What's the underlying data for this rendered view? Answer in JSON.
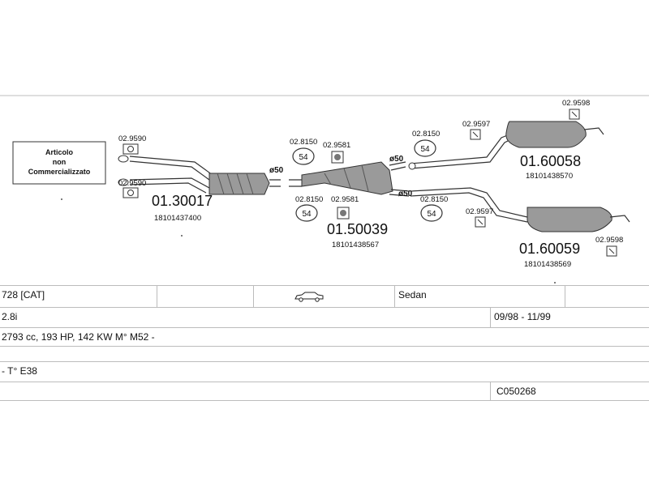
{
  "diagram": {
    "note_box": {
      "line1": "Articolo",
      "line2": "non",
      "line3": "Commercializzato"
    },
    "parts": [
      {
        "number": "01.30017",
        "ref": "18101437400"
      },
      {
        "number": "01.50039",
        "ref": "18101438567"
      },
      {
        "number": "01.60058",
        "ref": "18101438570"
      },
      {
        "number": "01.60059",
        "ref": "18101438569"
      }
    ],
    "accessories": {
      "a1": "02.9590",
      "a2": "02.9590",
      "a3": "02.8150",
      "a4": "02.9581",
      "a5": "02.8150",
      "a6": "02.9581",
      "a7": "02.8150",
      "a8": "02.8150",
      "a9": "02.9597",
      "a10": "02.9598",
      "a11": "02.9597",
      "a12": "02.9598"
    },
    "diameters": {
      "d1": "ø50",
      "d2": "ø50",
      "d3": "ø50"
    },
    "clamp_label": "54"
  },
  "vehicle": {
    "model": "728  [CAT]",
    "body": "Sedan",
    "engine": "2.8i",
    "years": "09/98 - 11/99",
    "specs": "2793 cc, 193 HP, 142 KW M° M52 -",
    "series": "- T° E38",
    "code": "C050268"
  }
}
